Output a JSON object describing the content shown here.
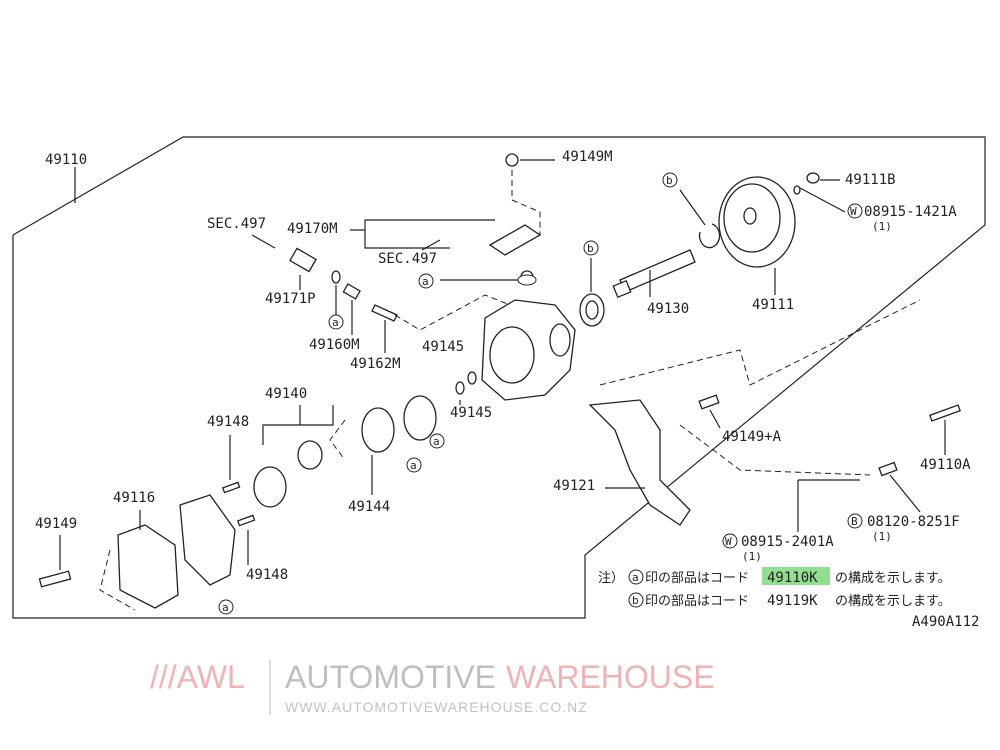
{
  "diagram_code": "A490A112",
  "labels": {
    "assembly": "49110",
    "bolt_top": "49149M",
    "nut": "49111B",
    "washer_top": "08915-1421A",
    "washer_top_qty": "(1)",
    "sec_left": "SEC.497",
    "hose_fitting": "49170M",
    "sec_mid": "SEC.497",
    "connector": "49171P",
    "valve": "49160M",
    "spring": "49162M",
    "oring_upper": "49145",
    "shaft": "49130",
    "pulley": "49111",
    "cartridge": "49140",
    "pin_upper": "49148",
    "oring_lower": "49145",
    "bolt_bracket": "49149+A",
    "bolt_right": "49110A",
    "bracket": "49121",
    "cover": "49116",
    "bolt_cover": "49149",
    "plate": "49144",
    "pin_lower": "49148",
    "bolt_b": "08120-8251F",
    "bolt_b_qty": "(1)",
    "washer_w": "08915-2401A",
    "washer_w_qty": "(1)"
  },
  "markers": {
    "a": "a",
    "b": "b",
    "W": "W",
    "B": "B"
  },
  "notes": {
    "prefix": "注）",
    "line1_pre": "印の部品はコード",
    "line1_code": "49110K",
    "line1_post": "の構成を示します。",
    "line2_pre": "印の部品はコード",
    "line2_code": "49119K",
    "line2_post": "の構成を示します。",
    "highlight_color": "#90e090"
  },
  "watermark": {
    "logo": "///AWL",
    "name_a": "AUTOMOTIVE",
    "name_b": "WAREHOUSE",
    "url": "WWW.AUTOMOTIVEWAREHOUSE.CO.NZ"
  }
}
